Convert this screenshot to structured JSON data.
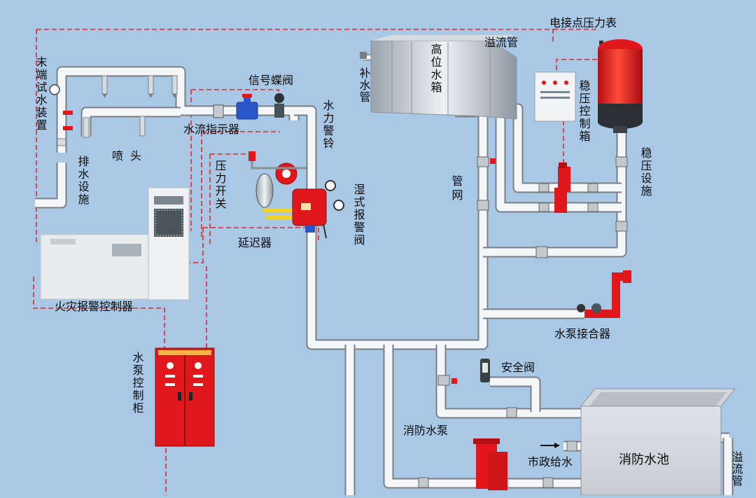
{
  "colors": {
    "background": "#a9c8e6",
    "pipe": "#f4f6f8",
    "signal_line": "#e0282b",
    "equipment_red": "#e0181c",
    "cabinet_gray": "#e6e8ea"
  },
  "labels": {
    "end_test_device": "末端试水装置",
    "drainage": "排水设施",
    "sprinkler": "喷头",
    "water_flow_indicator": "水流指示器",
    "signal_butterfly_valve": "信号蝶阀",
    "water_alarm_bell": "水力警铃",
    "pressure_switch": "压力开关",
    "wet_alarm_valve": "湿式报警阀",
    "retard_chamber": "延迟器",
    "fire_alarm_controller": "火灾报警控制器",
    "pump_control_cabinet": "水泵控制柜",
    "makeup_pipe": "补水管",
    "high_tank": "高位水箱",
    "overflow_pipe_top": "溢流管",
    "contact_pressure_gauge": "电接点压力表",
    "pressure_control_box": "稳压控制箱",
    "pipe_network": "管网",
    "pressure_facility": "稳压设施",
    "pump_adapter": "水泵接合器",
    "safety_valve": "安全阀",
    "fire_pump": "消防水泵",
    "municipal_supply": "市政给水",
    "fire_pool": "消防水池",
    "overflow_pipe_bottom": "溢流管"
  }
}
